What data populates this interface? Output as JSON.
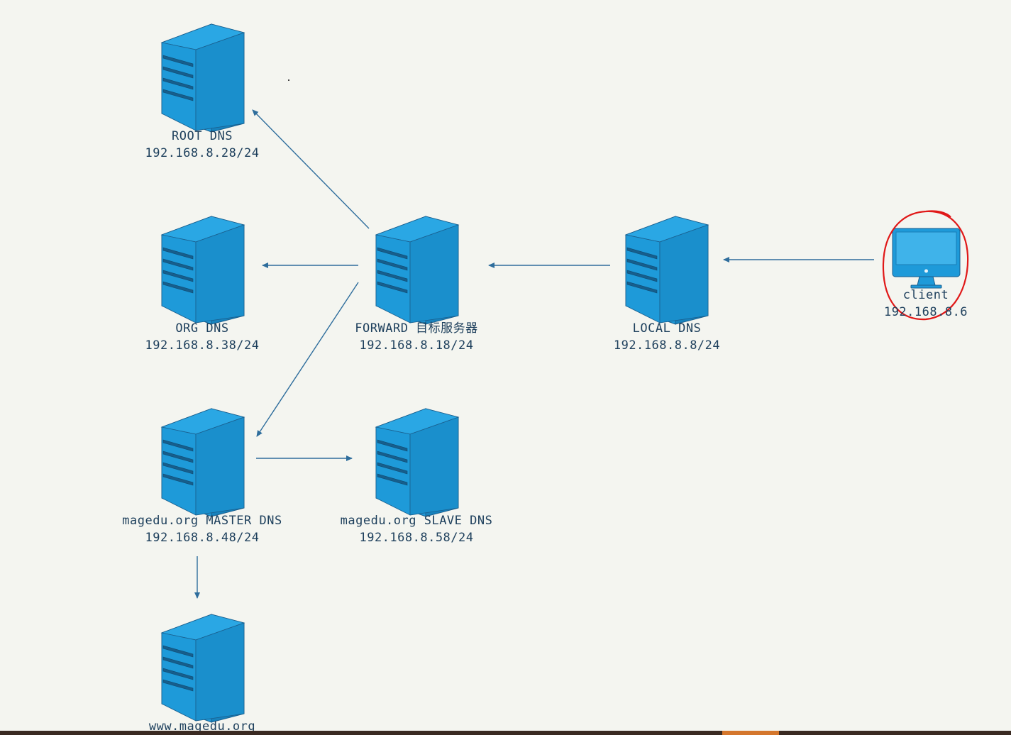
{
  "colors": {
    "server_fill": "#1e9ad9",
    "server_side": "#1782bd",
    "server_stroke": "#1a5f8e",
    "arrow": "#2e6d9c",
    "highlight": "#e01818"
  },
  "nodes": {
    "root": {
      "icon": "server-icon",
      "name": "ROOT DNS",
      "ip": "192.168.8.28/24"
    },
    "org": {
      "icon": "server-icon",
      "name": "ORG DNS",
      "ip": "192.168.8.38/24"
    },
    "forward": {
      "icon": "server-icon",
      "name": "FORWARD 目标服务器",
      "ip": "192.168.8.18/24"
    },
    "local": {
      "icon": "server-icon",
      "name": "LOCAL DNS",
      "ip": "192.168.8.8/24"
    },
    "client": {
      "icon": "monitor-icon",
      "name": "client",
      "ip": "192.168.8.6"
    },
    "master": {
      "icon": "server-icon",
      "name": "magedu.org MASTER DNS",
      "ip": "192.168.8.48/24"
    },
    "slave": {
      "icon": "server-icon",
      "name": "magedu.org SLAVE DNS",
      "ip": "192.168.8.58/24"
    },
    "www": {
      "icon": "server-icon",
      "name": "www.magedu.org",
      "ip": ""
    }
  },
  "edges": [
    {
      "from": "client",
      "to": "local"
    },
    {
      "from": "local",
      "to": "forward"
    },
    {
      "from": "forward",
      "to": "root"
    },
    {
      "from": "forward",
      "to": "org"
    },
    {
      "from": "forward",
      "to": "master"
    },
    {
      "from": "master",
      "to": "slave"
    },
    {
      "from": "master",
      "to": "www"
    }
  ]
}
